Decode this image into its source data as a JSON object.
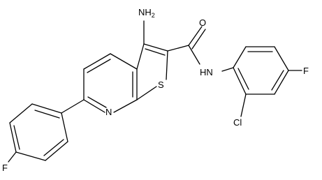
{
  "molecule": {
    "labels": {
      "amino": "NH",
      "amino_sub": "2",
      "carbonyl_o": "O",
      "amide_nh": "HN",
      "thiophene_s": "S",
      "pyridine_n": "N",
      "chloro": "Cl",
      "fluoro_right": "F",
      "fluoro_left": "F"
    }
  }
}
